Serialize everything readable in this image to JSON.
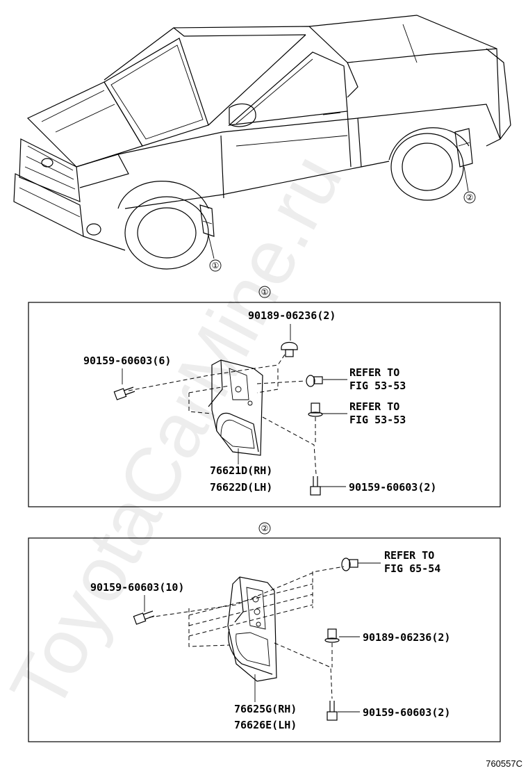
{
  "watermark": "ToyotaCarMine.ru",
  "overview": {
    "callout_1": "①",
    "callout_2": "②"
  },
  "section_1": {
    "marker": "①",
    "part_screw_top": "90189-06236(2)",
    "part_bolt_left": "90159-60603(6)",
    "refer_1_line1": "REFER TO",
    "refer_1_line2": "FIG 53-53",
    "refer_2_line1": "REFER TO",
    "refer_2_line2": "FIG 53-53",
    "part_flap_rh": "76621D(RH)",
    "part_flap_lh": "76622D(LH)",
    "part_bolt_bottom": "90159-60603(2)"
  },
  "section_2": {
    "marker": "②",
    "refer_line1": "REFER TO",
    "refer_line2": "FIG 65-54",
    "part_bolt_left": "90159-60603(10)",
    "part_screw_right": "90189-06236(2)",
    "part_flap_rh": "76625G(RH)",
    "part_flap_lh": "76626E(LH)",
    "part_bolt_bottom": "90159-60603(2)"
  },
  "figure_code": "760557C"
}
